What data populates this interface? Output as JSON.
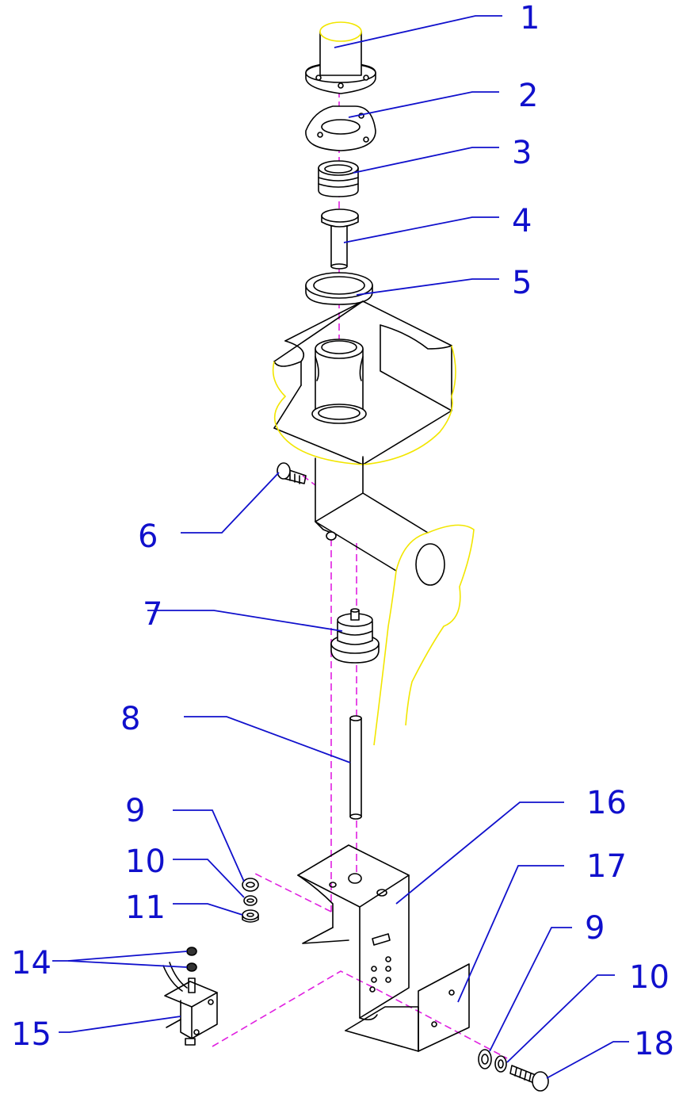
{
  "diagram": {
    "type": "exploded-parts-view",
    "colors": {
      "part_outline": "#000000",
      "callout": "#1010cc",
      "centerline": "#e020e0",
      "break_line": "#f2e600",
      "background": "#ffffff"
    },
    "callouts": [
      {
        "id": "c1",
        "label": "1"
      },
      {
        "id": "c2",
        "label": "2"
      },
      {
        "id": "c3",
        "label": "3"
      },
      {
        "id": "c4",
        "label": "4"
      },
      {
        "id": "c5",
        "label": "5"
      },
      {
        "id": "c6",
        "label": "6"
      },
      {
        "id": "c7",
        "label": "7"
      },
      {
        "id": "c8",
        "label": "8"
      },
      {
        "id": "c9a",
        "label": "9"
      },
      {
        "id": "c10a",
        "label": "10"
      },
      {
        "id": "c11",
        "label": "11"
      },
      {
        "id": "c14",
        "label": "14"
      },
      {
        "id": "c15",
        "label": "15"
      },
      {
        "id": "c16",
        "label": "16"
      },
      {
        "id": "c17",
        "label": "17"
      },
      {
        "id": "c9b",
        "label": "9"
      },
      {
        "id": "c10b",
        "label": "10"
      },
      {
        "id": "c18",
        "label": "18"
      }
    ]
  }
}
